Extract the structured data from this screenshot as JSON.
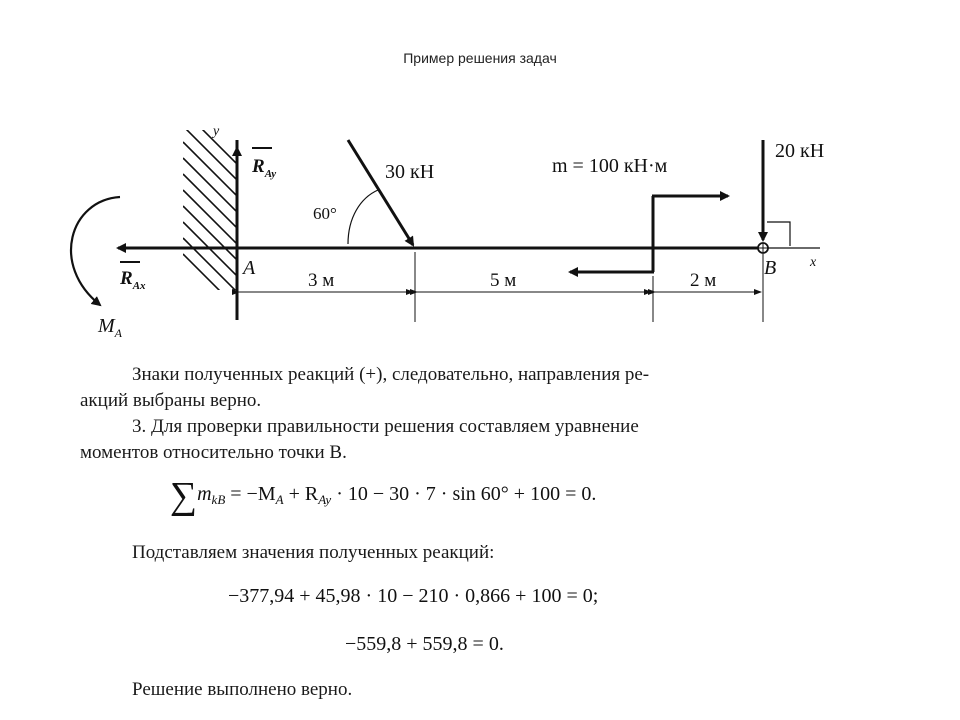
{
  "slide": {
    "title": "Пример решения задач"
  },
  "diagram": {
    "axis_y": "y",
    "axis_x": "x",
    "label_RAy_main": "R",
    "label_RAy_sub": "Ay",
    "label_RAx_main": "R",
    "label_RAx_sub": "Ax",
    "label_MA_main": "M",
    "label_MA_sub": "A",
    "point_A": "A",
    "point_B": "B",
    "force_30": "30 кН",
    "angle": "60°",
    "moment_label": "m = 100 кН·м",
    "force_20": "20 кН",
    "dim_3": "3 м",
    "dim_5": "5 м",
    "dim_2": "2 м"
  },
  "text": {
    "para1_line1": "Знаки полученных реакций (+), следовательно, направления ре-",
    "para1_line2": "акций выбраны верно.",
    "para2_line1": "3. Для проверки правильности решения составляем уравнение",
    "para2_line2": "моментов относительно точки B.",
    "eq1_sum": "∑",
    "eq1_m": "m",
    "eq1_sub": "kB",
    "eq1_rest": " = −M",
    "eq1_A": "A",
    "eq1_plus": " + R",
    "eq1_Ay": "Ay",
    "eq1_tail": " · 10 − 30 · 7 · sin 60° + 100 = 0.",
    "para3": "Подставляем значения полученных реакций:",
    "eq2": "−377,94 + 45,98 · 10 − 210 · 0,866 + 100 = 0;",
    "eq3": "−559,8 + 559,8 = 0.",
    "conclusion": "Решение выполнено верно."
  }
}
